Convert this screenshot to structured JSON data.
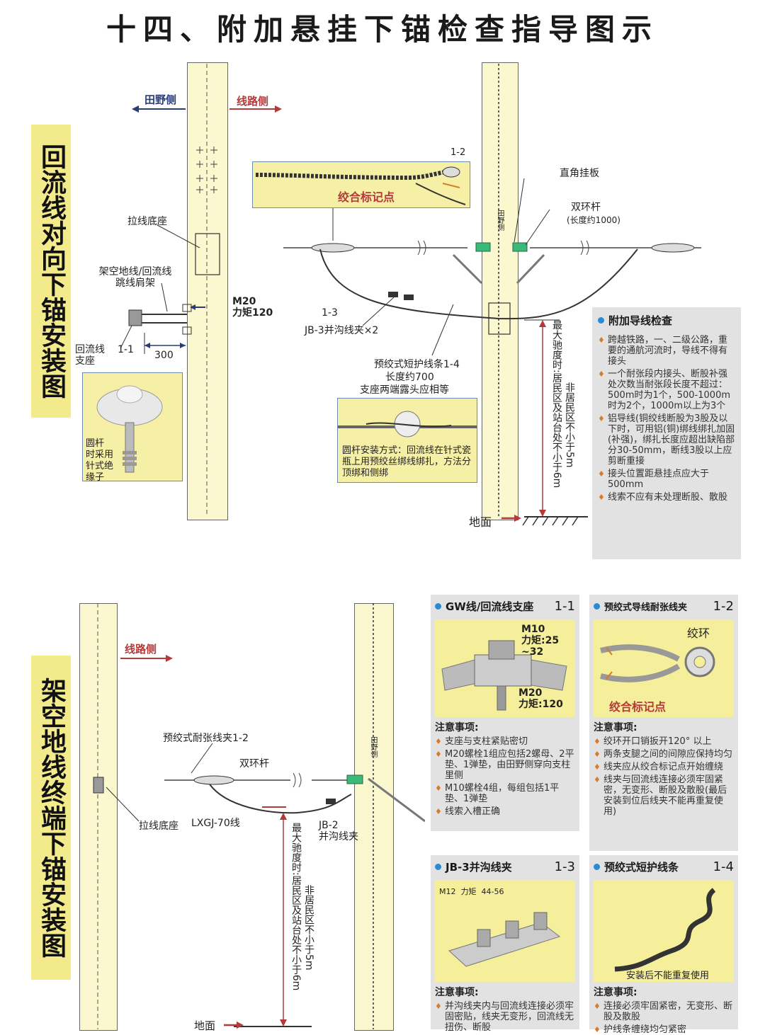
{
  "page_title": "十四、附加悬挂下锚检查指导图示",
  "section1": {
    "title": "回流线对向下锚安装图",
    "direction_left": "田野侧",
    "direction_right": "线路侧",
    "pole_side_label": "田野侧",
    "labels": {
      "guy_base": "拉线底座",
      "shoulder_frame": "架空地线/回流线跳线肩架",
      "bolt": "M20\n力矩120",
      "return_support": "回流线\n支座",
      "support_id": "1-1",
      "distance": "300",
      "inset_text": "圆杆\n时采用\n针式绝\n缘子",
      "inset_top_id": "1-2",
      "inset_top_text": "绞合标记点",
      "right_angle_plate": "直角挂板",
      "double_ring_rod": "双环杆",
      "double_ring_len": "(长度约1000)",
      "jb3_id": "1-3",
      "jb3_text": "JB-3并沟线夹×2",
      "guard_rod": "预绞式短护线条1-4",
      "guard_len": "长度约700",
      "guard_note": "支座两端露头应相等",
      "inset2_text": "圆杆安装方式：回流线在针式瓷瓶上用预绞丝绑线绑扎，方法分顶绑和侧绑",
      "sag_text": "最大驰度时:居民区及站台处不小于6m",
      "sag_text2": "非居民区不小于5m",
      "ground": "地面"
    },
    "check_panel": {
      "title": "附加导线检查",
      "items": [
        "跨越铁路，一、二级公路，重要的通航河流时，导线不得有接头",
        "一个耐张段内接头、断股补强处次数当耐张段长度不超过：500m时为1个，500-1000m时为2个，1000m以上为3个",
        "铝导线(铜绞线断股为3股及以下时，可用铝(铜)绑线绑扎加固(补强)，绑扎长度应超出缺陷部分30-50mm，断线3股以上应剪断重接",
        "接头位置距悬挂点应大于500mm",
        "线索不应有未处理断股、散股"
      ]
    }
  },
  "section2": {
    "title": "架空地线终端下锚安装图",
    "direction_right": "线路侧",
    "pole_side_label": "田野侧",
    "labels": {
      "tension_clamp": "预绞式耐张线夹1-2",
      "double_ring_rod": "双环杆",
      "guy_base": "拉线底座",
      "wire": "LXGJ-70线",
      "jb2": "JB-2\n并沟线夹",
      "sag_text": "最大驰度时:居民区及站台处不小于6m",
      "sag_text2": "非居民区不小于5m",
      "ground": "地面"
    },
    "panels": [
      {
        "title": "GW线/回流线支座",
        "num": "1-1",
        "photo_labels": [
          "M10\n力矩:25\n~32",
          "M20\n力矩:120"
        ],
        "notes_title": "注意事项:",
        "notes": [
          "支座与支柱紧贴密切",
          "M20螺栓1组应包括2螺母、2平垫、1弹垫，由田野侧穿向支柱里侧",
          "M10螺栓4组，每组包括1平垫、1弹垫",
          "线索入槽正确"
        ]
      },
      {
        "title": "预绞式导线耐张线夹",
        "num": "1-2",
        "photo_labels": [
          "绞环",
          "绞合标记点"
        ],
        "notes_title": "注意事项:",
        "notes": [
          "绞环开口销扳开120° 以上",
          "两条支腿之间的间隙应保持均匀",
          "线夹应从绞合标记点开始缠绕",
          "线夹与回流线连接必须牢固紧密，无变形、断股及散股(最后安装到位后线夹不能再重复使用)"
        ]
      },
      {
        "title": "JB-3并沟线夹",
        "num": "1-3",
        "photo_labels": [
          "M12  力矩  44-56"
        ],
        "notes_title": "注意事项:",
        "notes": [
          "并沟线夹内与回流线连接必须牢固密贴，线夹无变形，回流线无扭伤、断股"
        ]
      },
      {
        "title": "预绞式短护线条",
        "num": "1-4",
        "photo_labels": [
          "安装后不能重复使用"
        ],
        "notes_title": "注意事项:",
        "notes": [
          "连接必须牢固紧密，无变形、断股及散股",
          "护线条缠绕均匀紧密"
        ]
      }
    ]
  },
  "colors": {
    "pole_fill": "#fbf7cf",
    "title_bg": "#f3ea8c",
    "panel_bg": "#e2e2e2",
    "accent_red": "#b23a3a",
    "accent_blue": "#2a3b78",
    "bullet": "#d87a2a",
    "marker_green": "#3cb878"
  }
}
